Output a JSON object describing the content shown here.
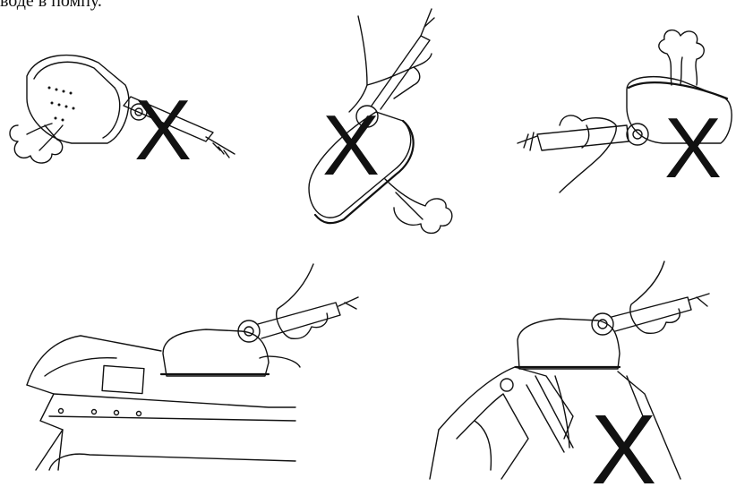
{
  "caption": "воде в помпу.",
  "panels": [
    {
      "mark": "X"
    },
    {
      "mark": "X"
    },
    {
      "mark": "X"
    },
    {
      "mark": ""
    },
    {
      "mark": "X"
    }
  ]
}
